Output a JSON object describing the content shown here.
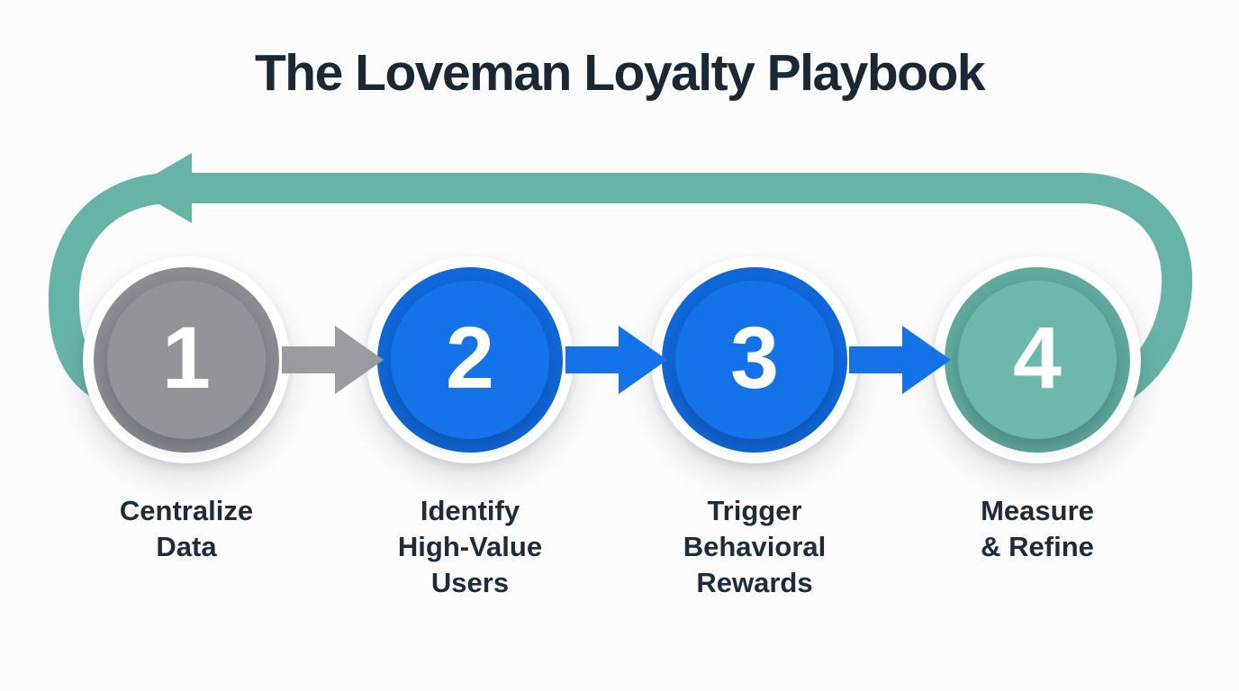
{
  "title": "The Loveman Loyalty Playbook",
  "colors": {
    "background": "#FCFCFD",
    "title_text": "#1A2734",
    "label_text": "#1D2B3A",
    "number_text": "#FFFFFF"
  },
  "loop_arrow": {
    "name": "feedback-loop-arrow",
    "color": "#66B4A8",
    "direction": "from step 4 back to step 1"
  },
  "steps": [
    {
      "number": "1",
      "label": "Centralize Data",
      "lines": [
        "Centralize",
        "Data"
      ],
      "circle_color": "#898C91",
      "inner_color": "#929499",
      "arrow_to_next_color": "#999BA0"
    },
    {
      "number": "2",
      "label": "Identify High-Value Users",
      "lines": [
        "Identify",
        "High-Value",
        "Users"
      ],
      "circle_color": "#0F67DA",
      "inner_color": "#1573E9",
      "arrow_to_next_color": "#1573E9"
    },
    {
      "number": "3",
      "label": "Trigger Behavioral Rewards",
      "lines": [
        "Trigger",
        "Behavioral",
        "Rewards"
      ],
      "circle_color": "#0F67DA",
      "inner_color": "#1573E9",
      "arrow_to_next_color": "#1573E9"
    },
    {
      "number": "4",
      "label": "Measure & Refine",
      "lines": [
        "Measure",
        "& Refine"
      ],
      "circle_color": "#5FA99E",
      "inner_color": "#6DB7AB",
      "arrow_to_next_color": null
    }
  ]
}
